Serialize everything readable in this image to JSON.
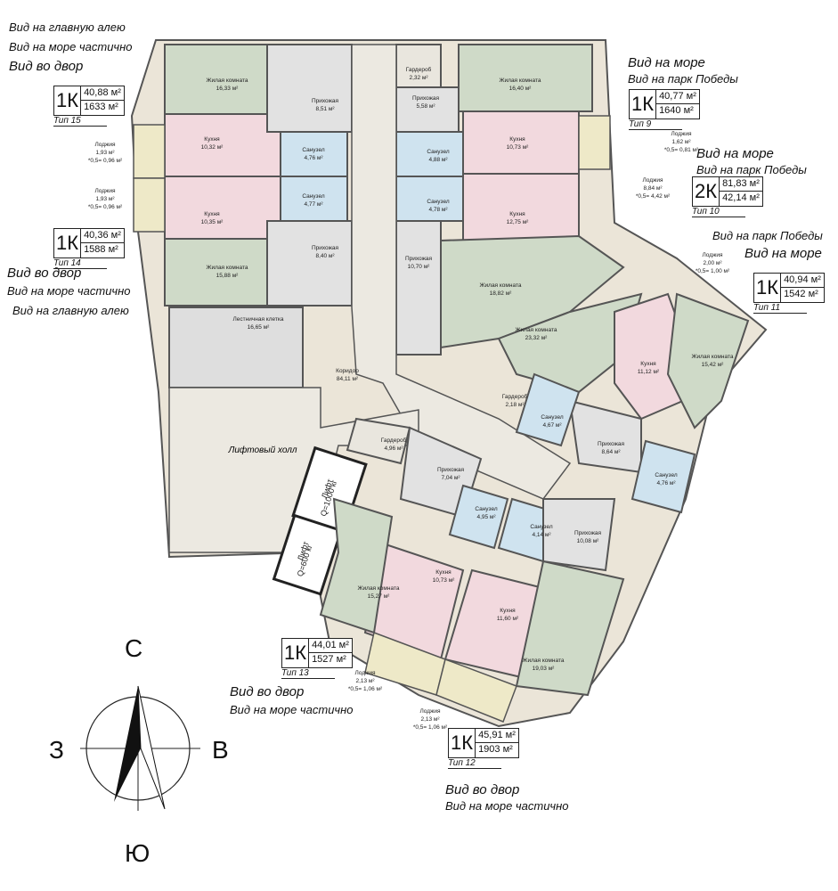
{
  "views": {
    "nw": [
      "Вид на главную алею",
      "Вид на  море частично",
      "Вид во двор"
    ],
    "ne_a": [
      "Вид на море",
      "Вид на парк Победы"
    ],
    "ne_b": [
      "Вид на море",
      "Вид на парк Победы"
    ],
    "w": [
      "Вид во двор",
      "Вид на  море частично",
      "Вид на главную алею"
    ],
    "e": [
      "Вид на парк Победы",
      "Вид на море"
    ],
    "s13": [
      "Вид во двор",
      "Вид на  море частично"
    ],
    "s12": [
      "Вид во двор",
      "Вид на  море частично"
    ]
  },
  "apartments": {
    "t15": {
      "code": "1К",
      "area": "40,88 м²",
      "price": "1633 м²",
      "type": "Тип 15"
    },
    "t9": {
      "code": "1К",
      "area": "40,77 м²",
      "price": "1640 м²",
      "type": "Тип 9"
    },
    "t10": {
      "code": "2К",
      "area": "81,83 м²",
      "price": "42,14 м²",
      "type": "Тип 10"
    },
    "t14": {
      "code": "1К",
      "area": "40,36 м²",
      "price": "1588 м²",
      "type": "Тип 14"
    },
    "t11": {
      "code": "1К",
      "area": "40,94 м²",
      "price": "1542 м²",
      "type": "Тип 11"
    },
    "t13": {
      "code": "1К",
      "area": "44,01 м²",
      "price": "1527 м²",
      "type": "Тип 13"
    },
    "t12": {
      "code": "1К",
      "area": "45,91 м²",
      "price": "1903 м²",
      "type": "Тип 12"
    }
  },
  "rooms": {
    "r1": [
      "Жилая комната",
      "16,33 м²"
    ],
    "r2": [
      "Прихожая",
      "8,51 м²"
    ],
    "r3": [
      "Кухня",
      "10,32 м²"
    ],
    "r4": [
      "Санузел",
      "4,76 м²"
    ],
    "r5": [
      "Санузел",
      "4,77 м²"
    ],
    "r6": [
      "Кухня",
      "10,35 м²"
    ],
    "r7": [
      "Прихожая",
      "8,40 м²"
    ],
    "r8": [
      "Жилая комната",
      "15,88 м²"
    ],
    "r9": [
      "Гардероб",
      "2,32 м²"
    ],
    "r10": [
      "Прихожая",
      "5,58 м²"
    ],
    "r11": [
      "Жилая комната",
      "16,40 м²"
    ],
    "r12": [
      "Санузел",
      "4,88 м²"
    ],
    "r13": [
      "Кухня",
      "10,73 м²"
    ],
    "r14": [
      "Санузел",
      "4,78 м²"
    ],
    "r15": [
      "Кухня",
      "12,75 м²"
    ],
    "r16": [
      "Прихожая",
      "10,70 м²"
    ],
    "r17": [
      "Жилая комната",
      "18,82 м²"
    ],
    "r18": [
      "Жилая комната",
      "23,32 м²"
    ],
    "r19": [
      "Гардероб",
      "2,18 м²"
    ],
    "r20": [
      "Санузел",
      "4,67 м²"
    ],
    "r21": [
      "Кухня",
      "11,12 м²"
    ],
    "r22": [
      "Жилая комната",
      "15,42 м²"
    ],
    "r23": [
      "Прихожая",
      "8,64 м²"
    ],
    "r24": [
      "Санузел",
      "4,76 м²"
    ],
    "r25": [
      "Лестничная клетка",
      "16,65 м²"
    ],
    "r26": [
      "Коридор",
      "84,11 м²"
    ],
    "r27": [
      "Гардероб",
      "4,96 м²"
    ],
    "r28": [
      "Прихожая",
      "7,04 м²"
    ],
    "r29": [
      "Санузел",
      "4,95 м²"
    ],
    "r30": [
      "Санузел",
      "4,14 м²"
    ],
    "r31": [
      "Прихожая",
      "10,08 м²"
    ],
    "r32": [
      "Кухня",
      "10,73 м²"
    ],
    "r33": [
      "Кухня",
      "11,60 м²"
    ],
    "r34": [
      "Жилая комната",
      "15,27 м²"
    ],
    "r35": [
      "Жилая комната",
      "19,03 м²"
    ]
  },
  "loggias": {
    "l1": [
      "Лоджия",
      "1,93 м²",
      "*0,5= 0,96 м²"
    ],
    "l2": [
      "Лоджия",
      "1,93 м²",
      "*0,5= 0,96 м²"
    ],
    "l3": [
      "Лоджия",
      "1,62 м²",
      "*0,5= 0,81 м²"
    ],
    "l4": [
      "Лоджия",
      "8,84 м²",
      "*0,5= 4,42 м²"
    ],
    "l5": [
      "Лоджия",
      "2,00 м²",
      "*0,5= 1,00 м²"
    ],
    "l6": [
      "Лоджия",
      "2,13 м²",
      "*0,5= 1,06 м²"
    ],
    "l7": [
      "Лоджия",
      "2,13 м²",
      "*0,5= 1,06 м²"
    ]
  },
  "lift_hall": "Лифтовый холл",
  "lifts": {
    "big": [
      "Лифт",
      "Q=1000 кг"
    ],
    "small": [
      "Лифт",
      "Q=600 кг"
    ]
  },
  "compass": {
    "n": "С",
    "s": "Ю",
    "w": "З",
    "e": "В"
  },
  "colors": {
    "living": "#cfdac8",
    "kitchen": "#f2d9de",
    "bath": "#cfe3ef",
    "hall": "#e9e6de",
    "wall": "#6b6b6b",
    "loggia": "#eee9c8",
    "terrace": "#e8e2d4"
  }
}
